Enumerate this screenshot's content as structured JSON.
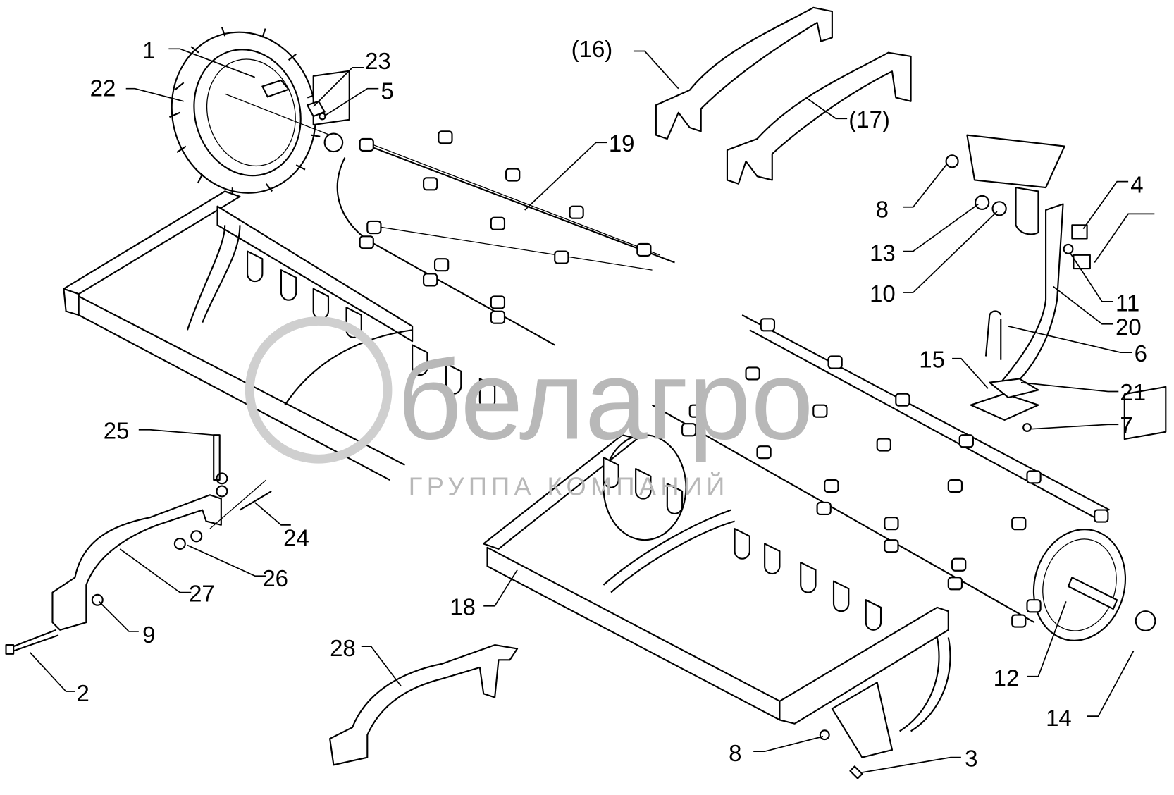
{
  "diagram": {
    "title": "Roller assembly exploded parts view",
    "watermark": {
      "brand": "белагро",
      "subtitle": "ГРУППА КОМПАНИЙ"
    },
    "labels": {
      "l1": "1",
      "l22": "22",
      "l23": "23",
      "l5": "5",
      "l16": "(16)",
      "l17": "(17)",
      "l19": "19",
      "l8a": "8",
      "l13": "13",
      "l10": "10",
      "l4": "4",
      "l11": "11",
      "l20": "20",
      "l6": "6",
      "l15": "15",
      "l21": "21",
      "l7": "7",
      "l25": "25",
      "l24": "24",
      "l26": "26",
      "l27": "27",
      "l9": "9",
      "l2": "2",
      "l28": "28",
      "l18": "18",
      "l12": "12",
      "l14": "14",
      "l8b": "8",
      "l3": "3"
    }
  }
}
